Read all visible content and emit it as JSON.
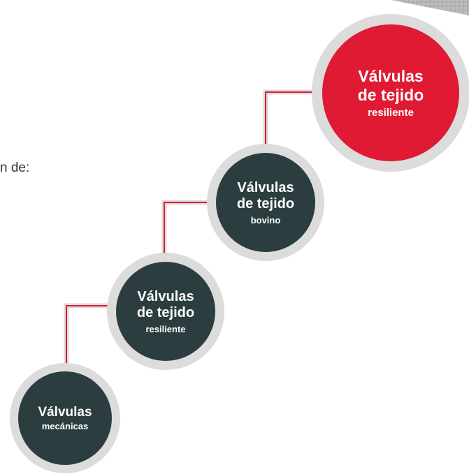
{
  "intro_text": "n de:",
  "colors": {
    "highlight": "#e01a33",
    "dark": "#2b3d3f",
    "ring": "#dcdcdc",
    "connector": "#e01a33"
  },
  "steps": [
    {
      "title_line1": "Válvulas",
      "title_line2": "",
      "subtitle": "mecánicas"
    },
    {
      "title_line1": "Válvulas",
      "title_line2": "de tejido",
      "subtitle": "resiliente"
    },
    {
      "title_line1": "Válvulas",
      "title_line2": "de tejido",
      "subtitle": "bovino"
    },
    {
      "title_line1": "Válvulas",
      "title_line2": "de tejido",
      "subtitle": "resiliente"
    }
  ]
}
